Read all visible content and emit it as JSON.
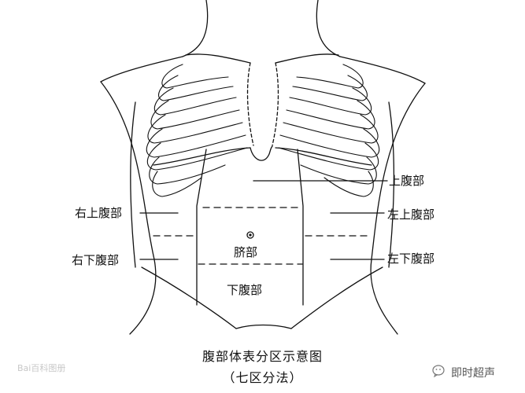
{
  "labels": {
    "upper_abdomen": "上腹部",
    "right_upper_abdomen": "右上腹部",
    "left_upper_abdomen": "左上腹部",
    "umbilical": "脐部",
    "right_lower_abdomen": "右下腹部",
    "left_lower_abdomen": "左下腹部",
    "lower_abdomen": "下腹部"
  },
  "caption": {
    "title": "腹部体表分区示意图",
    "subtitle": "（七区分法）"
  },
  "watermarks": {
    "source_left": "Bai百科图册",
    "brand_right": "即时超声"
  },
  "colors": {
    "ink": "#111111",
    "background": "#ffffff"
  }
}
